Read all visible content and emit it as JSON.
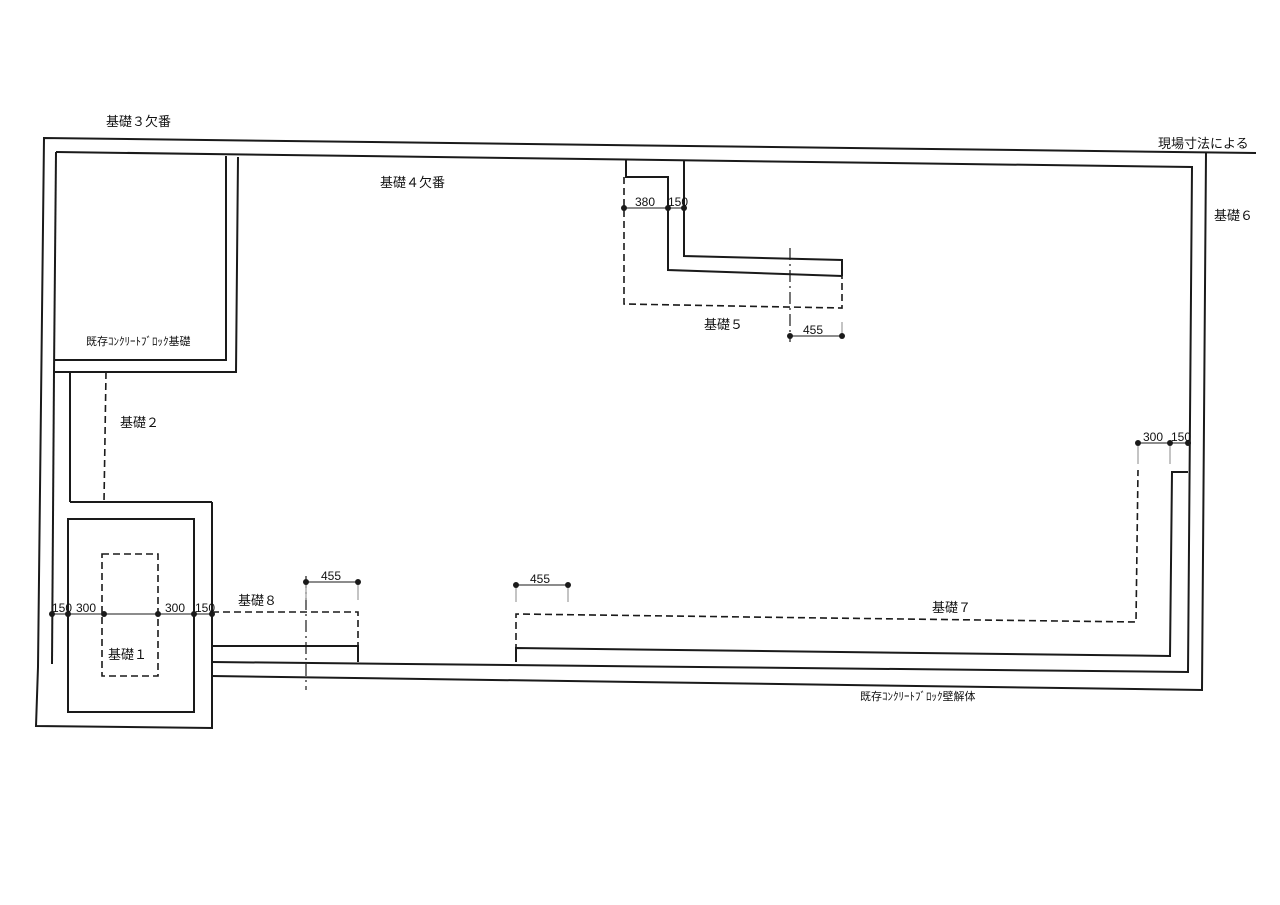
{
  "labels": {
    "kiso3": "基礎３欠番",
    "kiso4": "基礎４欠番",
    "site": "現場寸法による",
    "kiso6": "基礎６",
    "kiso5": "基礎５",
    "existing_block_found": "既存ｺﾝｸﾘｰﾄﾌﾞﾛｯｸ基礎",
    "kiso2": "基礎２",
    "kiso1": "基礎１",
    "kiso8": "基礎８",
    "kiso7": "基礎７",
    "existing_block_demo": "既存ｺﾝｸﾘｰﾄﾌﾞﾛｯｸ壁解体"
  },
  "dims": {
    "d380": "380",
    "d150_top": "150",
    "d455_k5": "455",
    "d300_right": "300",
    "d150_right": "150",
    "d150_left": "150",
    "d300_left_a": "300",
    "d300_left_b": "300",
    "d150_left_b": "150",
    "d455_k8": "455",
    "d455_mid": "455"
  }
}
